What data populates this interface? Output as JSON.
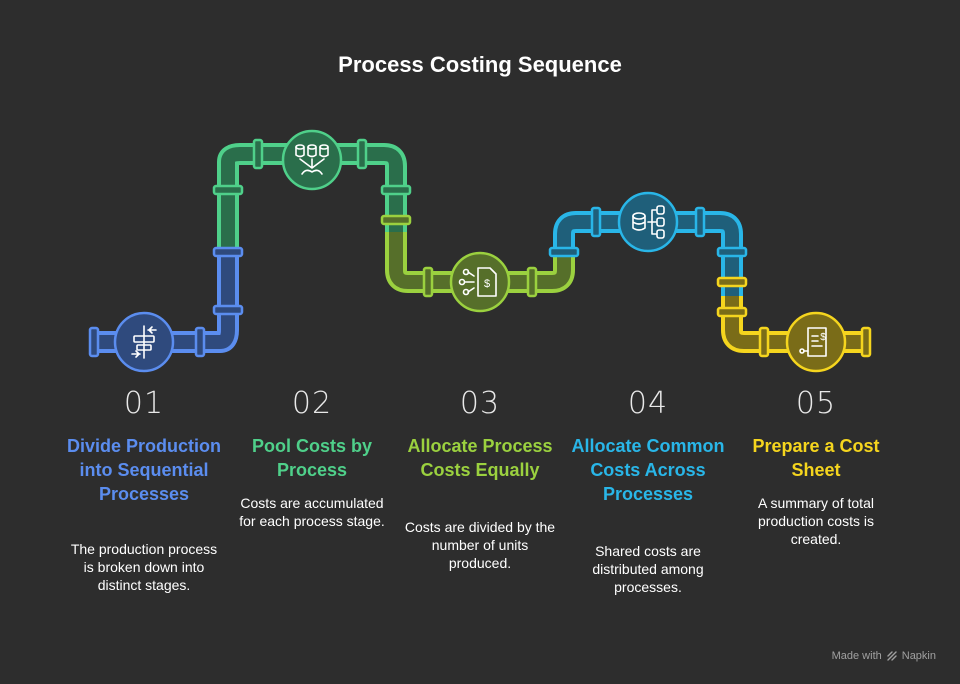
{
  "title": "Process Costing Sequence",
  "steps": [
    {
      "number": "01",
      "heading": "Divide Production into Sequential Processes",
      "description": "The production process is broken down into distinct stages.",
      "color": "#5b8def",
      "icon": "arrows-align-icon"
    },
    {
      "number": "02",
      "heading": "Pool Costs by Process",
      "description": "Costs are accumulated for each process stage.",
      "color": "#4fd08a",
      "icon": "database-merge-icon"
    },
    {
      "number": "03",
      "heading": "Allocate Process Costs Equally",
      "description": "Costs are divided by the number of units produced.",
      "color": "#9bd13f",
      "icon": "branch-dollar-icon"
    },
    {
      "number": "04",
      "heading": "Allocate Common Costs Across Processes",
      "description": "Shared costs are distributed among processes.",
      "color": "#29b6e8",
      "icon": "database-tree-icon"
    },
    {
      "number": "05",
      "heading": "Prepare a Cost Sheet",
      "description": "A summary of total production costs is created.",
      "color": "#f5d51e",
      "icon": "cost-sheet-icon"
    }
  ],
  "footer": {
    "made_with": "Made with",
    "brand": "Napkin"
  }
}
